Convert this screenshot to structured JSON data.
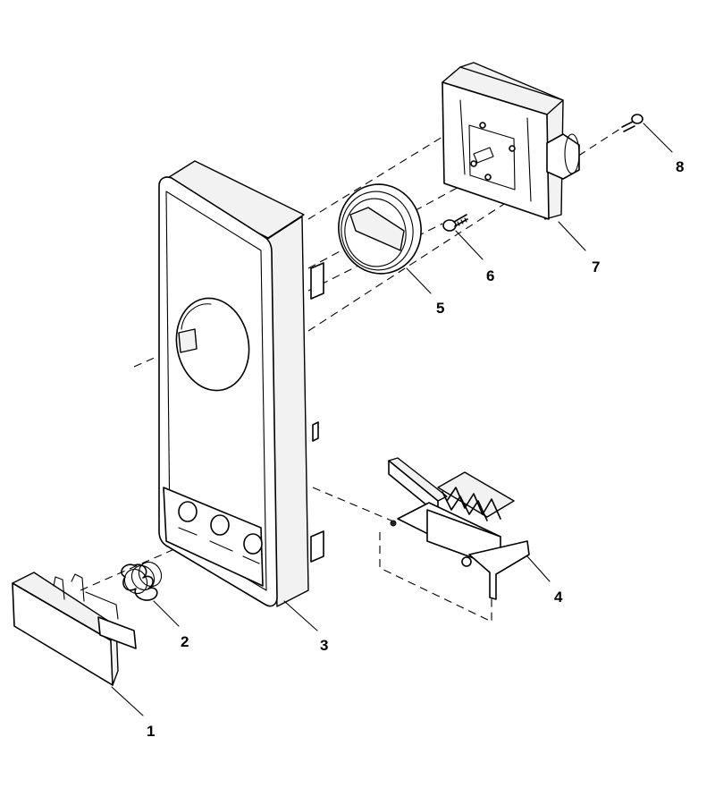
{
  "labels": {
    "part1": "1",
    "part2": "2",
    "part3": "3",
    "part4": "4",
    "part5": "5",
    "part6": "6",
    "part7": "7",
    "part8": "8"
  },
  "colors": {
    "line": "#000000",
    "background": "#ffffff"
  }
}
